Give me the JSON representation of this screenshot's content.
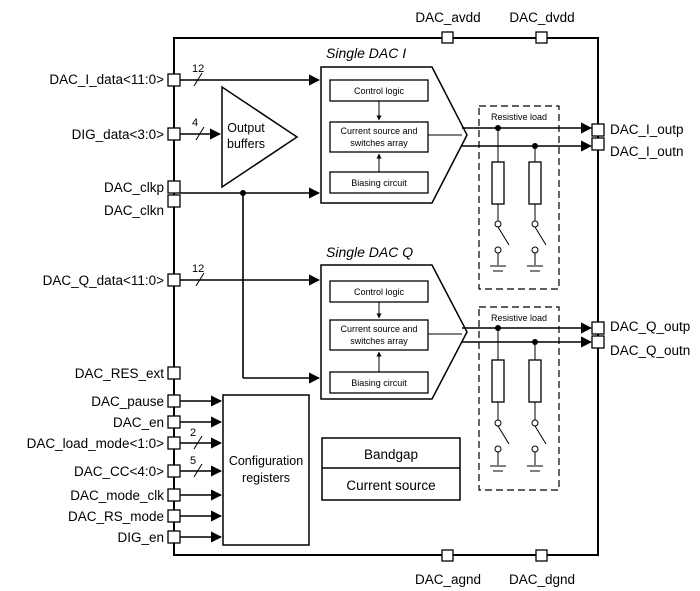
{
  "supply_pins": {
    "avdd": "DAC_avdd",
    "dvdd": "DAC_dvdd",
    "agnd": "DAC_agnd",
    "dgnd": "DAC_dgnd"
  },
  "input_pins": {
    "i_data": "DAC_I_data<11:0>",
    "dig_data": "DIG_data<3:0>",
    "clkp": "DAC_clkp",
    "clkn": "DAC_clkn",
    "q_data": "DAC_Q_data<11:0>",
    "res_ext": "DAC_RES_ext",
    "pause": "DAC_pause",
    "en": "DAC_en",
    "load_mode": "DAC_load_mode<1:0>",
    "cc": "DAC_CC<4:0>",
    "mode_clk": "DAC_mode_clk",
    "rs_mode": "DAC_RS_mode",
    "dig_en": "DIG_en"
  },
  "output_pins": {
    "i_outp": "DAC_I_outp",
    "i_outn": "DAC_I_outn",
    "q_outp": "DAC_Q_outp",
    "q_outn": "DAC_Q_outn"
  },
  "bus_widths": {
    "i_data": "12",
    "dig_data": "4",
    "q_data": "12",
    "load_mode": "2",
    "cc": "5"
  },
  "output_buffers": {
    "line1": "Output",
    "line2": "buffers"
  },
  "dac_i": {
    "title": "Single DAC I",
    "control": "Control logic",
    "current_line1": "Current source and",
    "current_line2": "switches array",
    "biasing": "Biasing circuit",
    "load": "Resistive load"
  },
  "dac_q": {
    "title": "Single DAC Q",
    "control": "Control logic",
    "current_line1": "Current source and",
    "current_line2": "switches array",
    "biasing": "Biasing circuit",
    "load": "Resistive load"
  },
  "config": {
    "line1": "Configuration",
    "line2": "registers"
  },
  "bandgap": {
    "top": "Bandgap",
    "bottom": "Current source"
  }
}
